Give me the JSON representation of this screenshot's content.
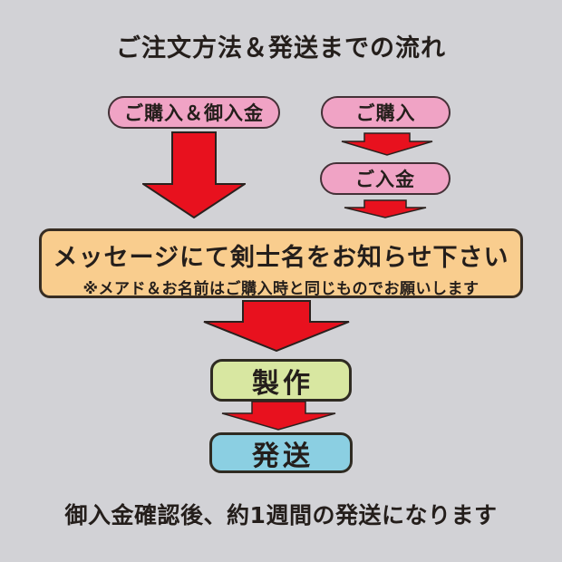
{
  "page": {
    "title": "ご注文方法＆発送までの流れ",
    "footer_note": "御入金確認後、約1週間の発送になります"
  },
  "flow": {
    "combined_path_step": "ご購入＆御入金",
    "split_path_step1": "ご購入",
    "split_path_step2": "ご入金",
    "message_box": {
      "line1": "メッセージにて剣士名をお知らせ下さい",
      "line2": "※メアド＆お名前はご購入時と同じものでお願いします"
    },
    "production_step": "製作",
    "shipping_step": "発送"
  },
  "icons": {
    "arrow": "down-arrow-icon"
  },
  "colors": {
    "background": "#d2d2d6",
    "pill_pink": "#f0a3c5",
    "message_orange": "#f9cd8e",
    "production_green": "#d8e7a1",
    "shipping_blue": "#8bcfe2",
    "arrow_red": "#e8111e",
    "outline_dark": "#342a26",
    "text": "#241e1b"
  }
}
